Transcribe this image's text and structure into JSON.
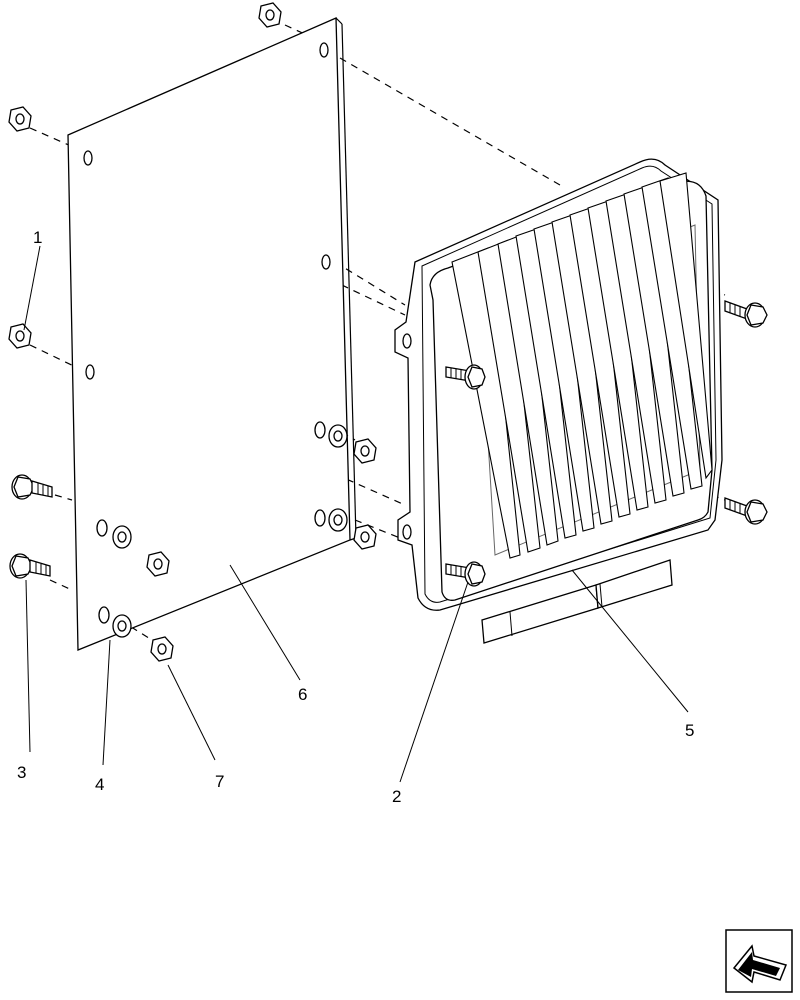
{
  "callouts": {
    "c1": "1",
    "c2": "2",
    "c3": "3",
    "c4": "4",
    "c5": "5",
    "c6": "6",
    "c7": "7"
  },
  "icons": {
    "nav": "previous-page-arrow-icon"
  }
}
